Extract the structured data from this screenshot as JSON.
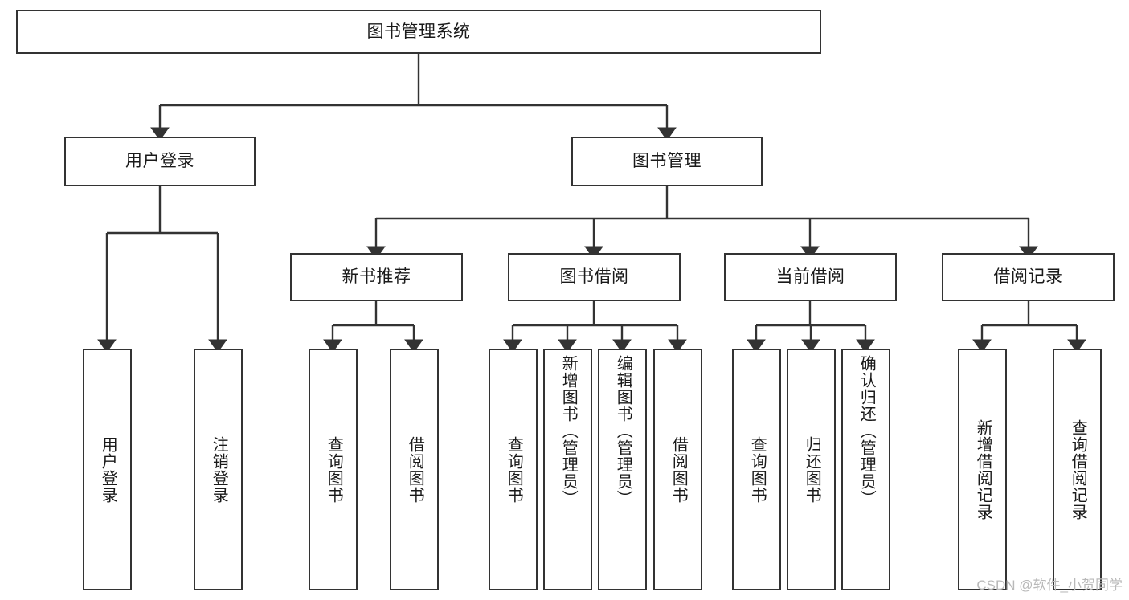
{
  "diagram": {
    "title": "图书管理系统",
    "type": "tree",
    "watermark": "CSDN @软件_小贺同学",
    "colors": {
      "stroke": "#333333",
      "fill": "#ffffff",
      "text": "#1a1a1a",
      "watermark": "#b9b9b9"
    },
    "root": {
      "label": "图书管理系统"
    },
    "level2": [
      {
        "label": "用户登录"
      },
      {
        "label": "图书管理"
      }
    ],
    "level3": [
      {
        "label": "新书推荐"
      },
      {
        "label": "图书借阅"
      },
      {
        "label": "当前借阅"
      },
      {
        "label": "借阅记录"
      }
    ],
    "leaves": {
      "user_login": [
        {
          "label": "用户登录"
        },
        {
          "label": "注销登录"
        }
      ],
      "new_book": [
        {
          "label": "查询图书"
        },
        {
          "label": "借阅图书"
        }
      ],
      "book_borrow": [
        {
          "label": "查询图书"
        },
        {
          "label": "新增图书（管理员）"
        },
        {
          "label": "编辑图书（管理员）"
        },
        {
          "label": "借阅图书"
        }
      ],
      "current_borrow": [
        {
          "label": "查询图书"
        },
        {
          "label": "归还图书"
        },
        {
          "label": "确认归还（管理员）"
        }
      ],
      "borrow_record": [
        {
          "label": "新增借阅记录"
        },
        {
          "label": "查询借阅记录"
        }
      ]
    }
  }
}
